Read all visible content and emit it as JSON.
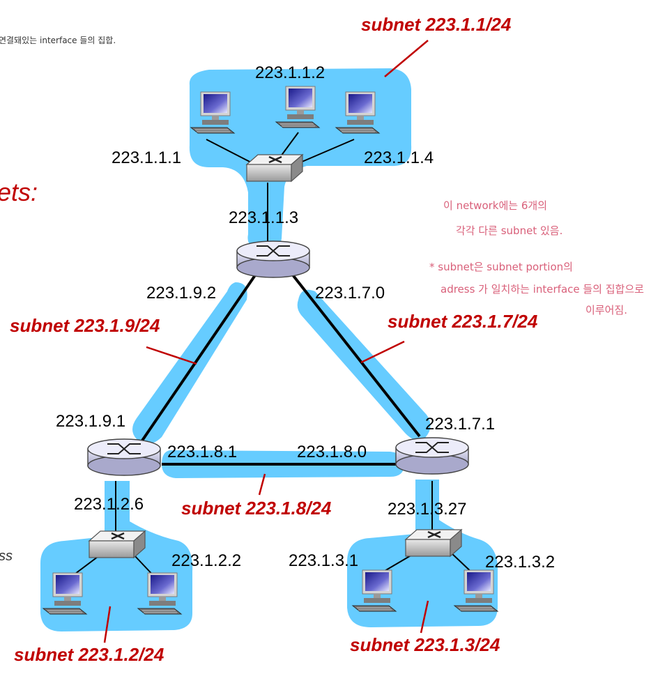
{
  "subnets": [
    {
      "id": "s1",
      "label": "subnet 223.1.1/24"
    },
    {
      "id": "s2",
      "label": "subnet 223.1.2/24"
    },
    {
      "id": "s3",
      "label": "subnet 223.1.3/24"
    },
    {
      "id": "s7",
      "label": "subnet 223.1.7/24"
    },
    {
      "id": "s8",
      "label": "subnet 223.1.8/24"
    },
    {
      "id": "s9",
      "label": "subnet 223.1.9/24"
    }
  ],
  "interfaces": {
    "a1": "223.1.1.1",
    "a2": "223.1.1.2",
    "a3": "223.1.1.3",
    "a4": "223.1.1.4",
    "a5": "223.1.9.2",
    "a6": "223.1.7.0",
    "a7": "223.1.9.1",
    "a8": "223.1.7.1",
    "a9": "223.1.8.1",
    "a10": "223.1.8.0",
    "a11": "223.1.2.6",
    "a12": "223.1.3.27",
    "a13": "223.1.2.2",
    "a14": "223.1.3.1",
    "a15": "223.1.3.2"
  },
  "fragments": {
    "top_left_note": "연결돼있는 interface 들의 집합.",
    "left_heading": "ets:",
    "left_bottom": "ss"
  },
  "annotations": {
    "line1": "이 network에는 6개의",
    "line2": "각각 다른 subnet 있음.",
    "line3": "* subnet은 subnet portion의",
    "line4": "adress 가 일치하는 interface 들의 집합으로",
    "line5": "이루어짐."
  },
  "colors": {
    "subnet_fill": "#66ccff",
    "label_red": "#c00000",
    "annotation_pink": "#d9607a"
  }
}
